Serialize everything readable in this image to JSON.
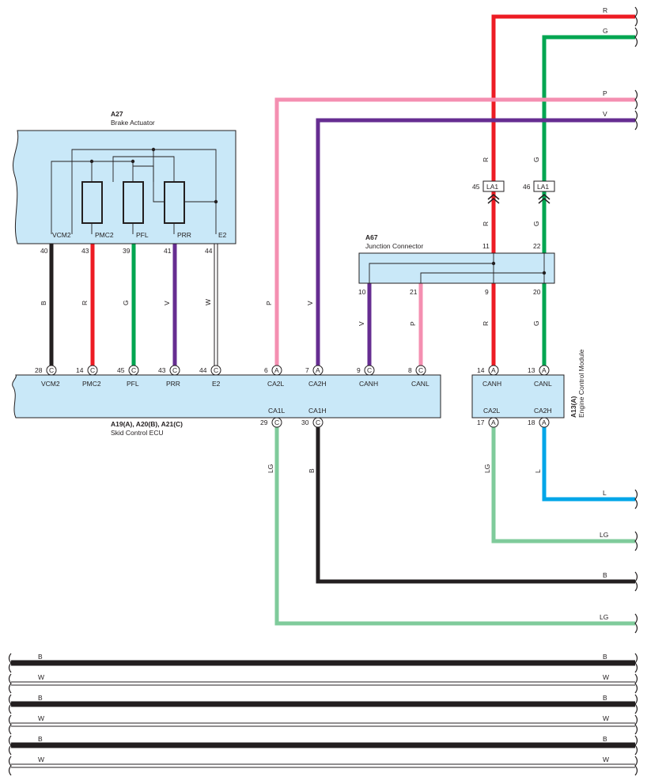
{
  "colors": {
    "R": "#ed1c24",
    "G": "#00a651",
    "P": "#f48fb1",
    "V": "#662d91",
    "B": "#231f20",
    "W": "#ffffff",
    "LG": "#7fcb9b",
    "L": "#00a6e8",
    "component_fill": "#c9e8f8",
    "outline": "#231f20"
  },
  "brake_actuator": {
    "code": "A27",
    "name": "Brake Actuator",
    "terminals": [
      "VCM2",
      "PMC2",
      "PFL",
      "PRR",
      "E2"
    ],
    "pins": [
      "40",
      "43",
      "39",
      "41",
      "44"
    ],
    "wire_colors": [
      "B",
      "R",
      "G",
      "V",
      "W"
    ]
  },
  "skid_ecu": {
    "code": "A19(A), A20(B), A21(C)",
    "name": "Skid Control ECU",
    "top_terminals": [
      "VCM2",
      "PMC2",
      "PFL",
      "PRR",
      "E2",
      "CA2L",
      "CA2H",
      "CANH",
      "CANL"
    ],
    "top_pins": [
      "28",
      "14",
      "45",
      "43",
      "44",
      "6",
      "7",
      "9",
      "8"
    ],
    "top_connectors": [
      "C",
      "C",
      "C",
      "C",
      "C",
      "A",
      "A",
      "C",
      "C"
    ],
    "bottom_terminals": [
      "CA1L",
      "CA1H"
    ],
    "bottom_pins": [
      "29",
      "30"
    ],
    "bottom_connectors": [
      "C",
      "C"
    ]
  },
  "junction": {
    "code": "A67",
    "name": "Junction Connector",
    "top_pins": [
      "11",
      "22"
    ],
    "bottom_pins": [
      "10",
      "21",
      "9",
      "20"
    ]
  },
  "engine_module": {
    "code": "A13(A)",
    "name": "Engine Control Module",
    "top_terminals": [
      "CANH",
      "CANL"
    ],
    "top_pins": [
      "14",
      "13"
    ],
    "bottom_terminals": [
      "CA2L",
      "CA2H"
    ],
    "bottom_pins": [
      "17",
      "18"
    ],
    "connector": "A"
  },
  "junction_blocks": [
    {
      "label": "LA1",
      "pin": "45"
    },
    {
      "label": "LA1",
      "pin": "46"
    }
  ],
  "wire_labels": {
    "actuator_to_ecu": [
      "B",
      "R",
      "G",
      "V",
      "W"
    ],
    "p_vertical": "P",
    "v_vertical": "V",
    "junction_lower": [
      "V",
      "P",
      "R",
      "G"
    ],
    "ecu_lower": [
      "LG",
      "B"
    ],
    "ecm_lower": [
      "LG",
      "L"
    ],
    "r_vertical_upper": "R",
    "r_vertical_mid": "R",
    "g_vertical_upper": "G",
    "g_vertical_mid": "G"
  },
  "offpage_right": [
    "R",
    "G",
    "P",
    "V",
    "L",
    "LG",
    "B",
    "LG"
  ],
  "bus_lines": [
    "B",
    "W",
    "B",
    "W",
    "B",
    "W"
  ]
}
